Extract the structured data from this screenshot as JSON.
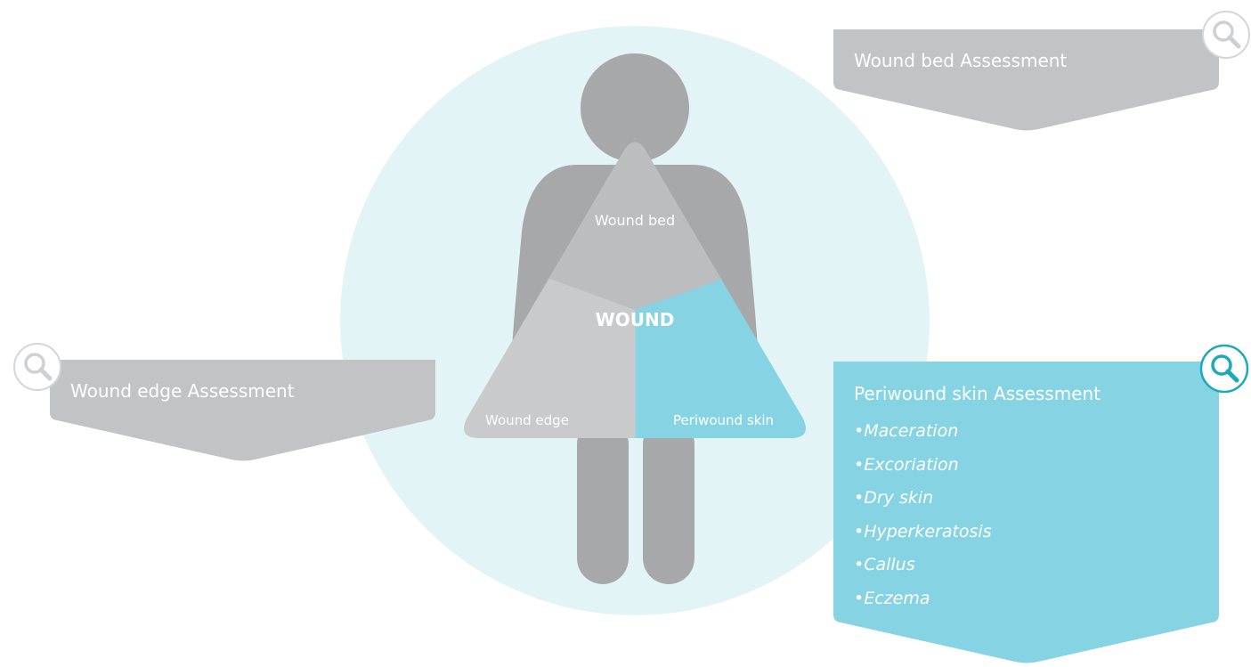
{
  "diagram": {
    "center_label": "WOUND",
    "segments": {
      "bed": "Wound bed",
      "edge": "Wound edge",
      "periwound": "Periwound skin"
    }
  },
  "panels": {
    "wound_bed": {
      "title": "Wound bed Assessment"
    },
    "wound_edge": {
      "title": "Wound edge Assessment"
    },
    "periwound": {
      "title": "Periwound skin Assessment",
      "items": [
        "Maceration",
        "Excoriation",
        "Dry skin",
        "Hyperkeratosis",
        "Callus",
        "Eczema"
      ]
    }
  },
  "colors": {
    "figure": "#a7a8aa",
    "segment_light": "#c9cacc",
    "periwound": "#86d4e3",
    "accent": "#1aaab8",
    "circle_bg": "#e3f4f7",
    "panel_gray": "#c2c3c5"
  },
  "icons": {
    "search": "magnifier-icon"
  }
}
